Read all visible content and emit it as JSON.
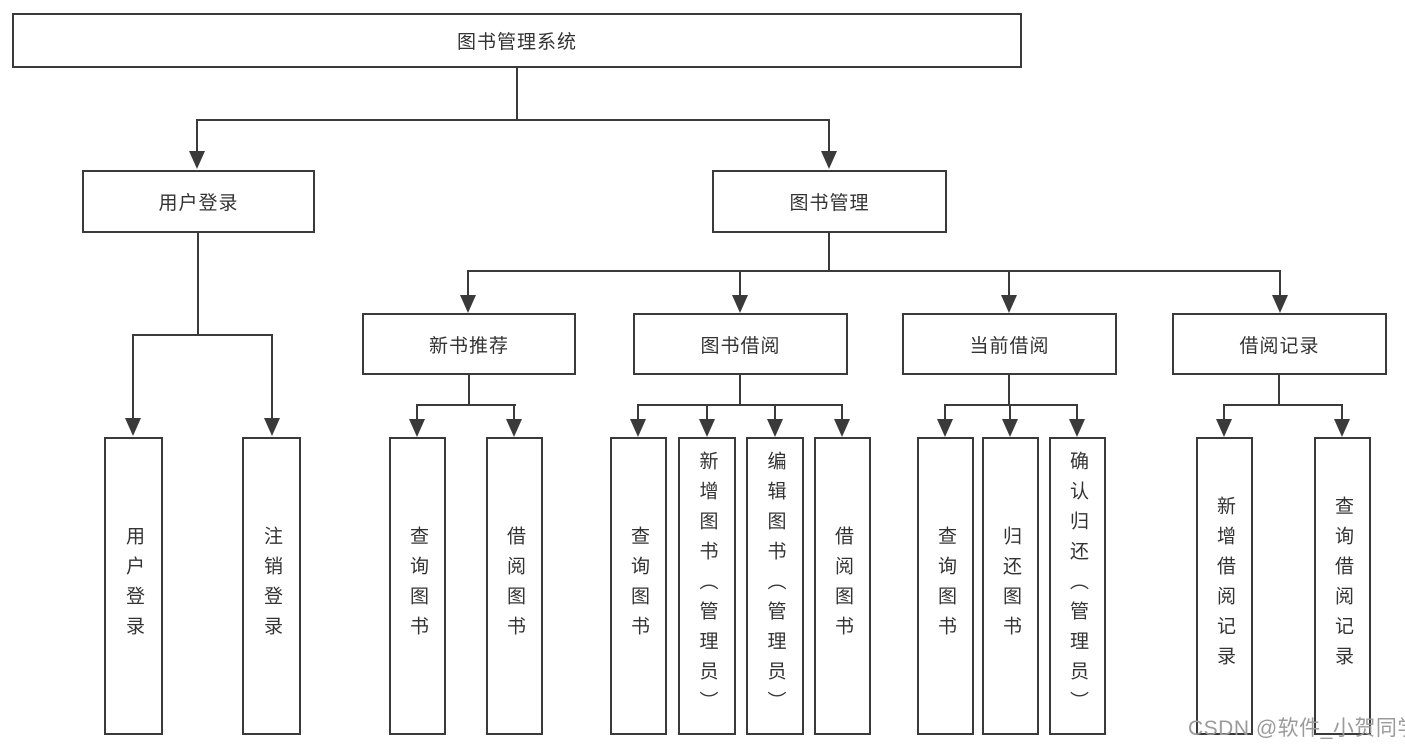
{
  "diagram": {
    "root": {
      "label": "图书管理系统"
    },
    "level2": {
      "user_login": "用户登录",
      "book_management": "图书管理"
    },
    "level3": {
      "new_book_recommend": "新书推荐",
      "book_borrow": "图书借阅",
      "current_borrow": "当前借阅",
      "borrow_record": "借阅记录"
    },
    "leaves": {
      "user_login": [
        "用户登录",
        "注销登录"
      ],
      "new_book_recommend": [
        "查询图书",
        "借阅图书"
      ],
      "book_borrow": [
        "查询图书",
        "新增图书（管理员）",
        "编辑图书（管理员）",
        "借阅图书"
      ],
      "current_borrow": [
        "查询图书",
        "归还图书",
        "确认归还（管理员）"
      ],
      "borrow_record": [
        "新增借阅记录",
        "查询借阅记录"
      ]
    }
  },
  "watermark": {
    "text": "CSDN @软件_小贺同学"
  },
  "colors": {
    "line": "#3a3a3a",
    "text": "#333333",
    "background": "#ffffff",
    "watermark": "#9b9b9b"
  }
}
